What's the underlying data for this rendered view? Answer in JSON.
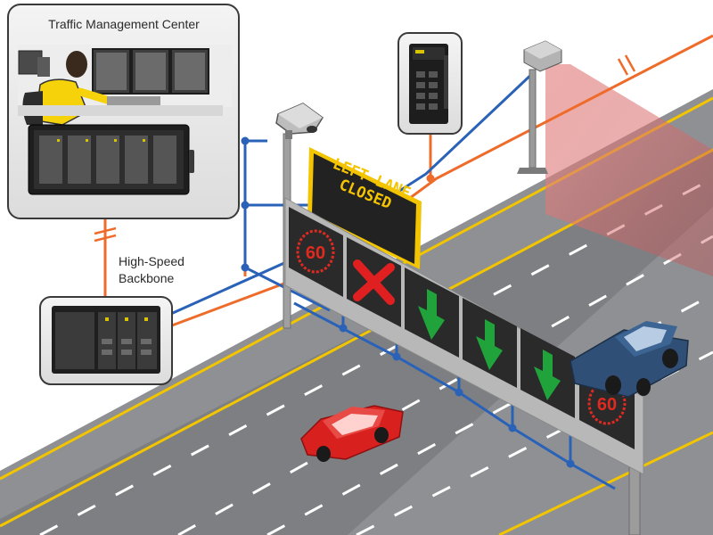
{
  "tmc": {
    "title": "Traffic Management Center"
  },
  "backbone": {
    "line1": "High-Speed",
    "line2": "Backbone"
  },
  "vms": {
    "line1": "LEFT LANE",
    "line2": "CLOSED"
  },
  "gantry": {
    "speed_limit_left": "60",
    "speed_limit_right": "60",
    "lane_signals": [
      "lane-closed-x",
      "arrow-down",
      "arrow-down",
      "arrow-down"
    ]
  },
  "colors": {
    "fiber_orange": "#ee6b2a",
    "copper_blue": "#2a62b8",
    "road": "#8e9093",
    "lane_yellow": "#f2c500",
    "car_red": "#d8201f",
    "truck_blue": "#2f4f77"
  },
  "icons": [
    "operator-workstation",
    "ethernet-switch",
    "cctv-camera",
    "traffic-sensor",
    "variable-message-sign",
    "lane-control-signal"
  ]
}
